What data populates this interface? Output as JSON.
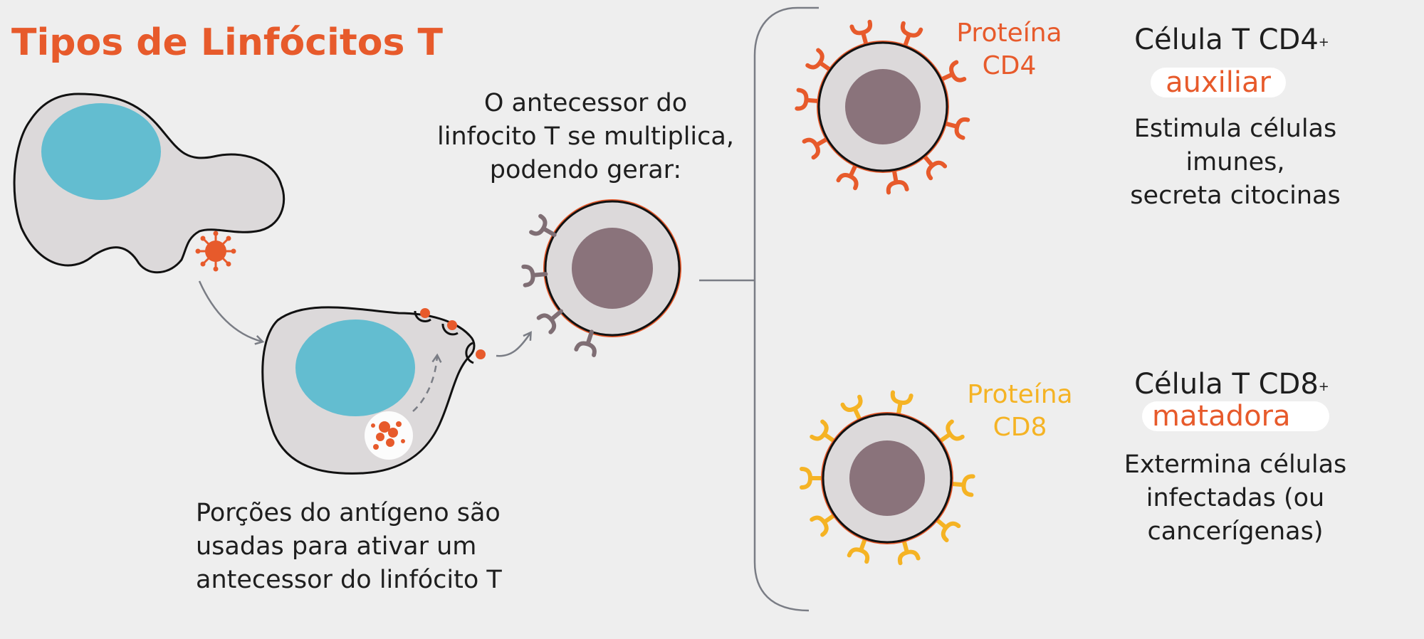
{
  "title": "Tipos de Linfócitos T",
  "step1_caption": "Porções do antígeno são\nusadas para ativar um\nantecessor do linfócito T",
  "step2_caption": "O antecessor do\nlinfocito T se multiplica,\npodendo gerar:",
  "cd4": {
    "protein_label": "Proteína\nCD4",
    "cell_name": "Célula T CD4",
    "superscript": "+",
    "role": "auxiliar",
    "description": "Estimula células\nimunes,\nsecreta citocinas"
  },
  "cd8": {
    "protein_label": "Proteína\nCD8",
    "cell_name": "Célula T CD8",
    "superscript": "+",
    "role": "matadora",
    "description": "Extermina células\ninfectadas (ou\ncancerígenas)"
  },
  "colors": {
    "accent_orange": "#e75a2b",
    "cd8_yellow": "#f5b324",
    "nucleus_blue": "#63bdd0",
    "cell_gray": "#dcd9da",
    "t_nucleus": "#8a737b",
    "receptor_gray": "#7f6e74",
    "background": "#eeeeee",
    "line_gray": "#7a7d85"
  }
}
